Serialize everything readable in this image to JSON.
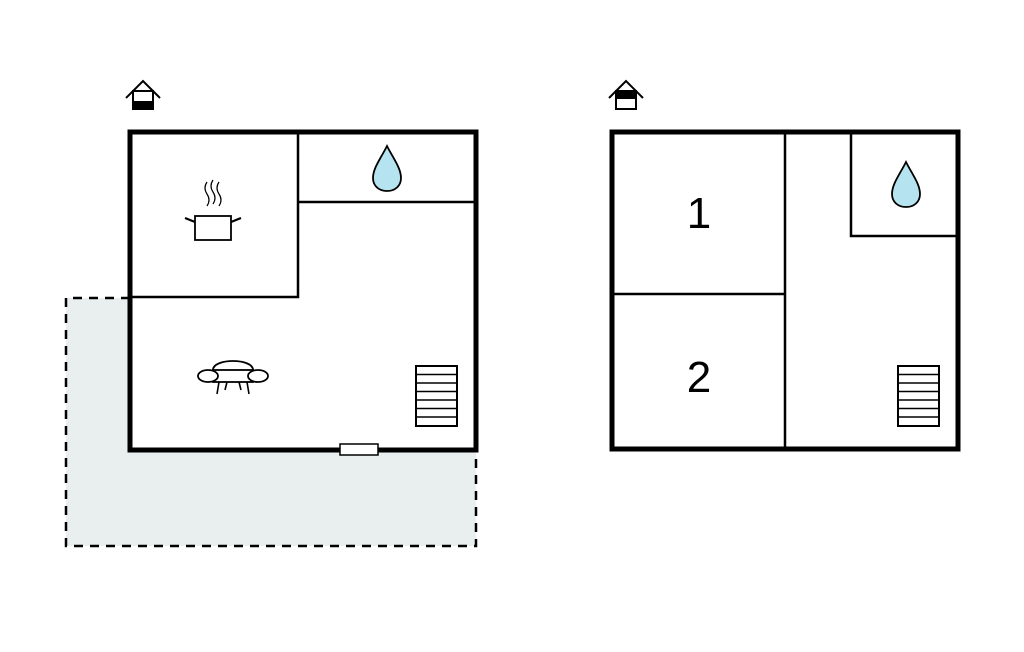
{
  "colors": {
    "wall": "#000000",
    "terrace_fill": "#e9eeee",
    "water": "#b5e3ef",
    "background": "#ffffff"
  },
  "floors": [
    {
      "level_icon": "house-ground-floor-icon",
      "rooms": [
        {
          "type": "kitchen",
          "icon": "cooking-pot-icon"
        },
        {
          "type": "bathroom",
          "icon": "water-drop-icon"
        },
        {
          "type": "living-room",
          "icon": "sofa-icon"
        }
      ],
      "features": [
        "staircase-icon",
        "entrance-door",
        "terrace"
      ]
    },
    {
      "level_icon": "house-upper-floor-icon",
      "rooms": [
        {
          "type": "bedroom",
          "label": "1"
        },
        {
          "type": "bedroom",
          "label": "2"
        },
        {
          "type": "bathroom",
          "icon": "water-drop-icon"
        },
        {
          "type": "hallway"
        }
      ],
      "features": [
        "staircase-icon"
      ]
    }
  ]
}
